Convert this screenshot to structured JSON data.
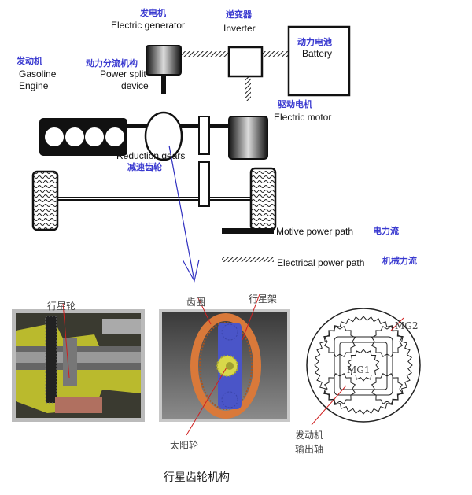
{
  "top_diagram": {
    "generator": {
      "cn": "发电机",
      "en": "Electric generator"
    },
    "inverter": {
      "cn": "逆变器",
      "en": "Inverter"
    },
    "battery": {
      "cn": "动力电池",
      "en": "Battery"
    },
    "engine": {
      "cn": "发动机",
      "en_line1": "Gasoline",
      "en_line2": "Engine"
    },
    "power_split": {
      "cn": "动力分流机构",
      "en_line1": "Power split",
      "en_line2": "device"
    },
    "motor": {
      "cn": "驱动电机",
      "en": "Electric motor"
    },
    "reduction": {
      "en": "Reduction gears",
      "cn": "减速齿轮"
    }
  },
  "legend": {
    "motive": {
      "en": "Motive power path",
      "cn": "电力流"
    },
    "electrical": {
      "en": "Electrical power path",
      "cn": "机械力流"
    }
  },
  "bottom": {
    "planet_gear": "行星轮",
    "ring_gear": "齿圈",
    "carrier": "行星架",
    "sun_gear": "太阳轮",
    "mg2": "MG2",
    "mg1": "MG1",
    "engine_shaft_line1": "发动机",
    "engine_shaft_line2": "输出轴",
    "caption": "行星齿轮机构"
  },
  "colors": {
    "label_blue": "#3a3ad0",
    "ring_orange": "#d9793a",
    "carrier_blue": "#4a55c8",
    "sun_yellow": "#d8d84a",
    "pointer_red": "#d02020"
  }
}
